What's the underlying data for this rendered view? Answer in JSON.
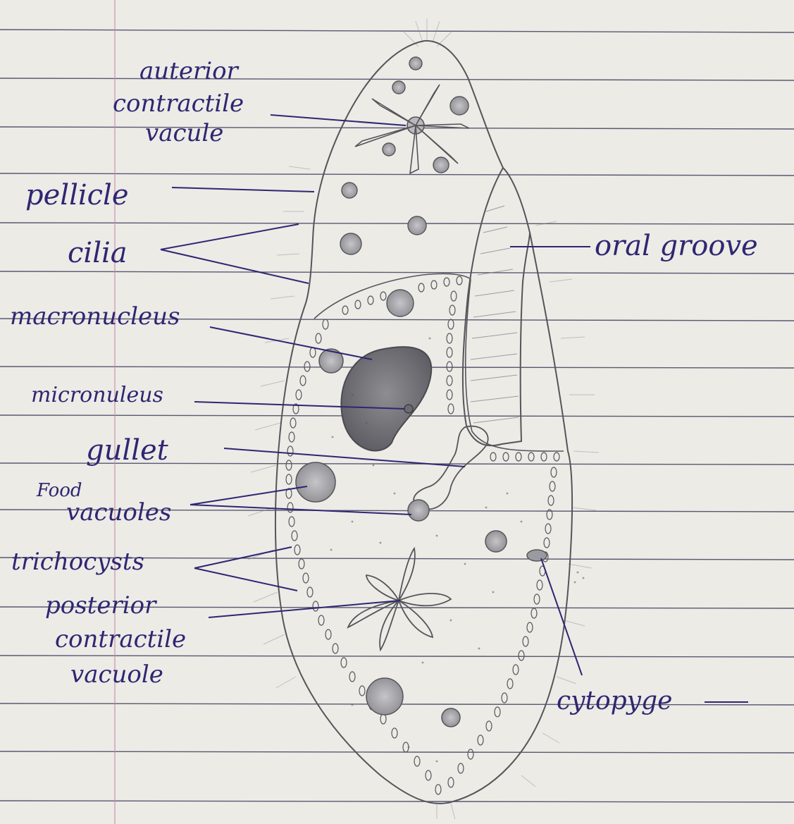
{
  "labels": {
    "anterior_contractile_vacuole": [
      "auterior",
      "contractile",
      "vacule"
    ],
    "pellicle": "pellicle",
    "cilia": "cilia",
    "oral_groove": "oral groove",
    "macronucleus": "macronucleus",
    "micronucleus": "micronuleus",
    "gullet": "gullet",
    "food_vacuoles": [
      "Food",
      "vacuoles"
    ],
    "trichocysts": "trichocysts",
    "posterior_contractile_vacuole": [
      "posterior",
      "contractile",
      "vacuole"
    ],
    "cytopyge": "cytopyge"
  },
  "colors": {
    "paper": "#ecebe6",
    "ruled_line": "#3e3f5c",
    "margin_line": "#c98aa6",
    "ink": "#2f2672",
    "pencil": "#55555a",
    "shade": "#9a9aa0"
  }
}
